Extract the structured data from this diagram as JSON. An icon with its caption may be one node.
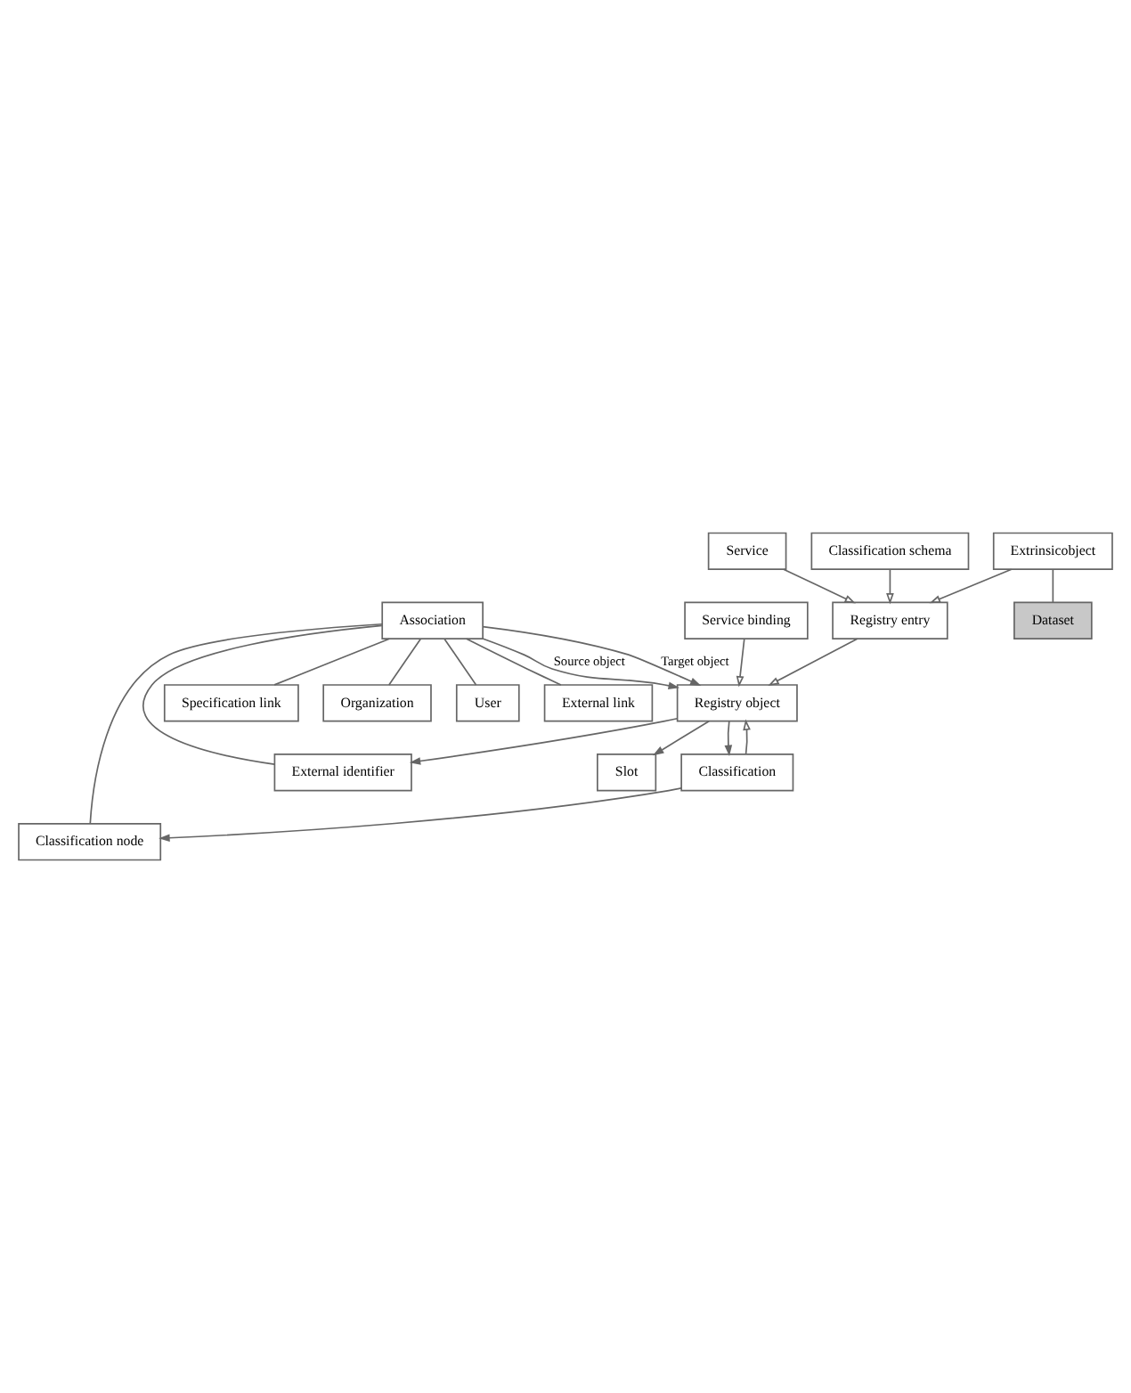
{
  "diagram": {
    "nodes": [
      {
        "text": [
          "Association"
        ]
      },
      {
        "text": [
          "Registry object"
        ]
      },
      {
        "text": [
          "Service binding"
        ]
      },
      {
        "text": [
          "Slot"
        ]
      },
      {
        "text": [
          "Specification link"
        ]
      },
      {
        "text": [
          "Organization"
        ]
      },
      {
        "text": [
          "Classification"
        ]
      },
      {
        "text": [
          "User"
        ]
      },
      {
        "text": [
          "Registry entry"
        ]
      },
      {
        "text": [
          "External identifier"
        ]
      },
      {
        "text": [
          "Classification node"
        ]
      },
      {
        "text": [
          "External link"
        ]
      },
      {
        "text": [
          "Classification schema"
        ]
      },
      {
        "text": [
          "Service"
        ]
      },
      {
        "text": [
          "Extrinsicobject"
        ]
      },
      {
        "text": [
          "Dataset"
        ]
      }
    ],
    "edges": [
      {
        "from": 0,
        "to": 1,
        "arrow": "to",
        "label": "Source object"
      },
      {
        "from": 0,
        "to": 1,
        "arrow": "to",
        "label": "Target object"
      },
      {
        "from": 2,
        "to": 1,
        "arrow": "to"
      },
      {
        "from": 1,
        "to": 3,
        "arrow": "to"
      },
      {
        "from": 6,
        "to": 1,
        "arrow": "to"
      },
      {
        "from": 1,
        "to": 6,
        "arrow": "to"
      },
      {
        "from": 8,
        "to": 1,
        "arrow": "to"
      },
      {
        "from": 0,
        "to": 4,
        "arrow": "none"
      },
      {
        "from": 0,
        "to": 5,
        "arrow": "none"
      },
      {
        "from": 0,
        "to": 7,
        "arrow": "none"
      },
      {
        "from": 0,
        "to": 9,
        "arrow": "none"
      },
      {
        "from": 0,
        "to": 10,
        "arrow": "none"
      },
      {
        "from": 0,
        "to": 11,
        "arrow": "none"
      },
      {
        "from": 1,
        "to": 9,
        "arrow": "to"
      },
      {
        "from": 6,
        "to": 10,
        "arrow": "to"
      },
      {
        "from": 12,
        "to": 8,
        "arrow": "to"
      },
      {
        "from": 13,
        "to": 8,
        "arrow": "to"
      },
      {
        "from": 14,
        "to": 8,
        "arrow": "to"
      },
      {
        "from": 14,
        "to": 15,
        "arrow": "none"
      }
    ]
  }
}
